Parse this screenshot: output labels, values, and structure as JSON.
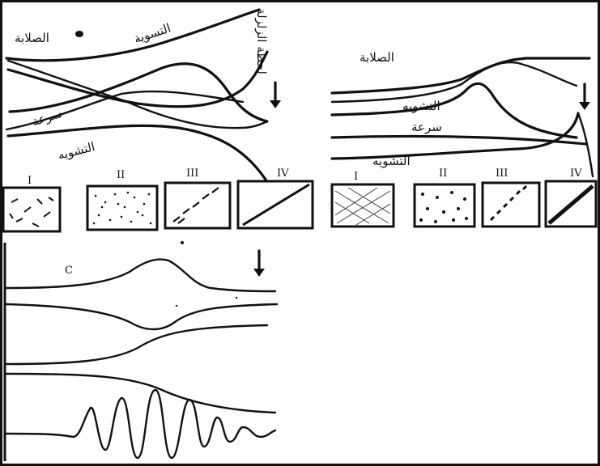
{
  "left_diagram": {
    "labels": {
      "hardness": "الصلابة",
      "settlement": "التسوية",
      "earthquake_moment": "لحظة الزلزلة",
      "velocity": "سرعة",
      "distortion": "التشويه"
    },
    "stages": [
      "I",
      "II",
      "III",
      "IV"
    ]
  },
  "right_diagram": {
    "labels": {
      "hardness": "الصلابة",
      "distortion_upper": "التشويه",
      "velocity": "سرعة",
      "distortion_lower": "التشويه"
    },
    "stages": [
      "I",
      "II",
      "III",
      "IV"
    ]
  },
  "bottom_diagram": {
    "label": "C"
  }
}
